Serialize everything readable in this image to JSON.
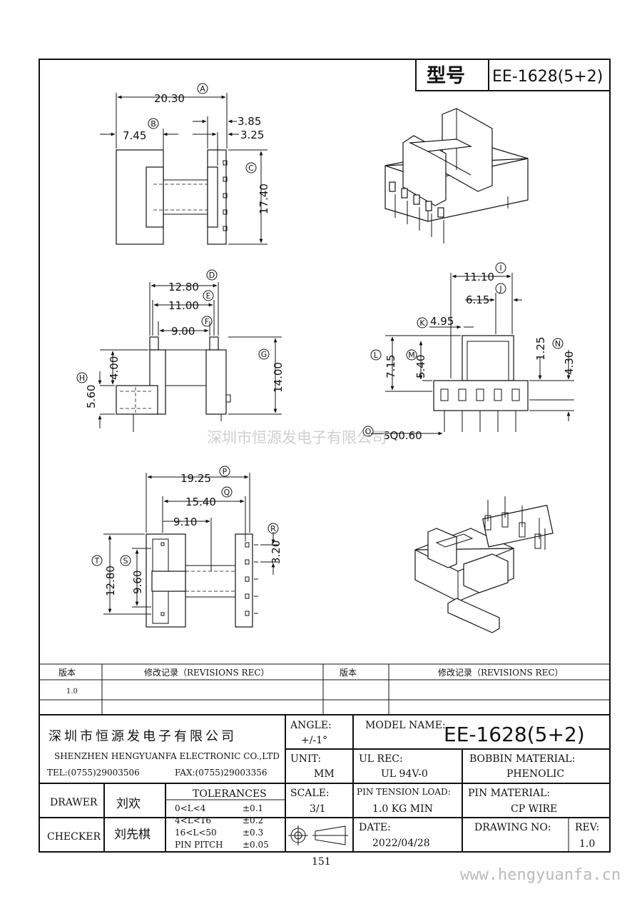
{
  "title_block_top": {
    "label": "型号",
    "model": "EE-1628(5+2)"
  },
  "dimensions": {
    "A": "20.30",
    "B": "7.45",
    "B2": "3.85",
    "B3": "3.25",
    "C": "17.40",
    "D": "12.80",
    "E": "11.00",
    "F": "9.00",
    "G": "14.00",
    "H1": "4.00",
    "H2": "5.60",
    "I": "11.10",
    "J": "6.15",
    "K": "4.95",
    "L": "7.15",
    "M": "5.40",
    "N1": "1.25",
    "N2": "4.30",
    "O": "SQ0.60",
    "P": "19.25",
    "Q": "15.40",
    "Q2": "9.10",
    "R": "3.20",
    "S": "9.60",
    "T": "12.80"
  },
  "callouts": [
    "A",
    "B",
    "C",
    "D",
    "E",
    "F",
    "G",
    "H",
    "I",
    "J",
    "K",
    "L",
    "M",
    "N",
    "O",
    "P",
    "Q",
    "R",
    "S",
    "T"
  ],
  "watermark": "深圳市恒源发电子有限公司",
  "revisions": {
    "col1": "版本",
    "col2": "修改记录（REVISIONS REC）",
    "col3": "版本",
    "col4": "修改记录（REVISIONS REC）",
    "row1_version": "1.0"
  },
  "company": {
    "cn": "深圳市恒源发电子有限公司",
    "en": "SHENZHEN HENGYUANFA ELECTRONIC CO.,LTD",
    "tel": "TEL:(0755)29003506",
    "fax": "FAX:(0755)29003356"
  },
  "angle": {
    "label": "ANGLE:",
    "value": "+/-1°"
  },
  "model_name": {
    "label": "MODEL NAME:",
    "value": "EE-1628(5+2)"
  },
  "unit": {
    "label": "UNIT:",
    "value": "MM"
  },
  "ul_rec": {
    "label": "UL REC:",
    "value": "UL 94V-0"
  },
  "bobbin_material": {
    "label": "BOBBIN MATERIAL:",
    "value": "PHENOLIC"
  },
  "drawer": {
    "label": "DRAWER",
    "value": "刘欢"
  },
  "checker": {
    "label": "CHECKER",
    "value": "刘先棋"
  },
  "tolerances": {
    "title": "TOLERANCES",
    "rows": [
      {
        "range": "0<L<4",
        "tol": "±0.1"
      },
      {
        "range": "4<L<16",
        "tol": "±0.2"
      },
      {
        "range": "16<L<50",
        "tol": "±0.3"
      },
      {
        "range": "PIN PITCH",
        "tol": "±0.05"
      }
    ]
  },
  "scale": {
    "label": "SCALE:",
    "value": "3/1"
  },
  "pin_tension": {
    "label": "PIN TENSION LOAD:",
    "value": "1.0 KG MIN"
  },
  "pin_material": {
    "label": "PIN MATERIAL:",
    "value": "CP WIRE"
  },
  "date": {
    "label": "DATE:",
    "value": "2022/04/28"
  },
  "drawing_no": {
    "label": "DRAWING NO:",
    "value": ""
  },
  "rev": {
    "label": "REV:",
    "value": "1.0"
  },
  "page_number": "151",
  "site": "www.hengyuanfa.cn"
}
